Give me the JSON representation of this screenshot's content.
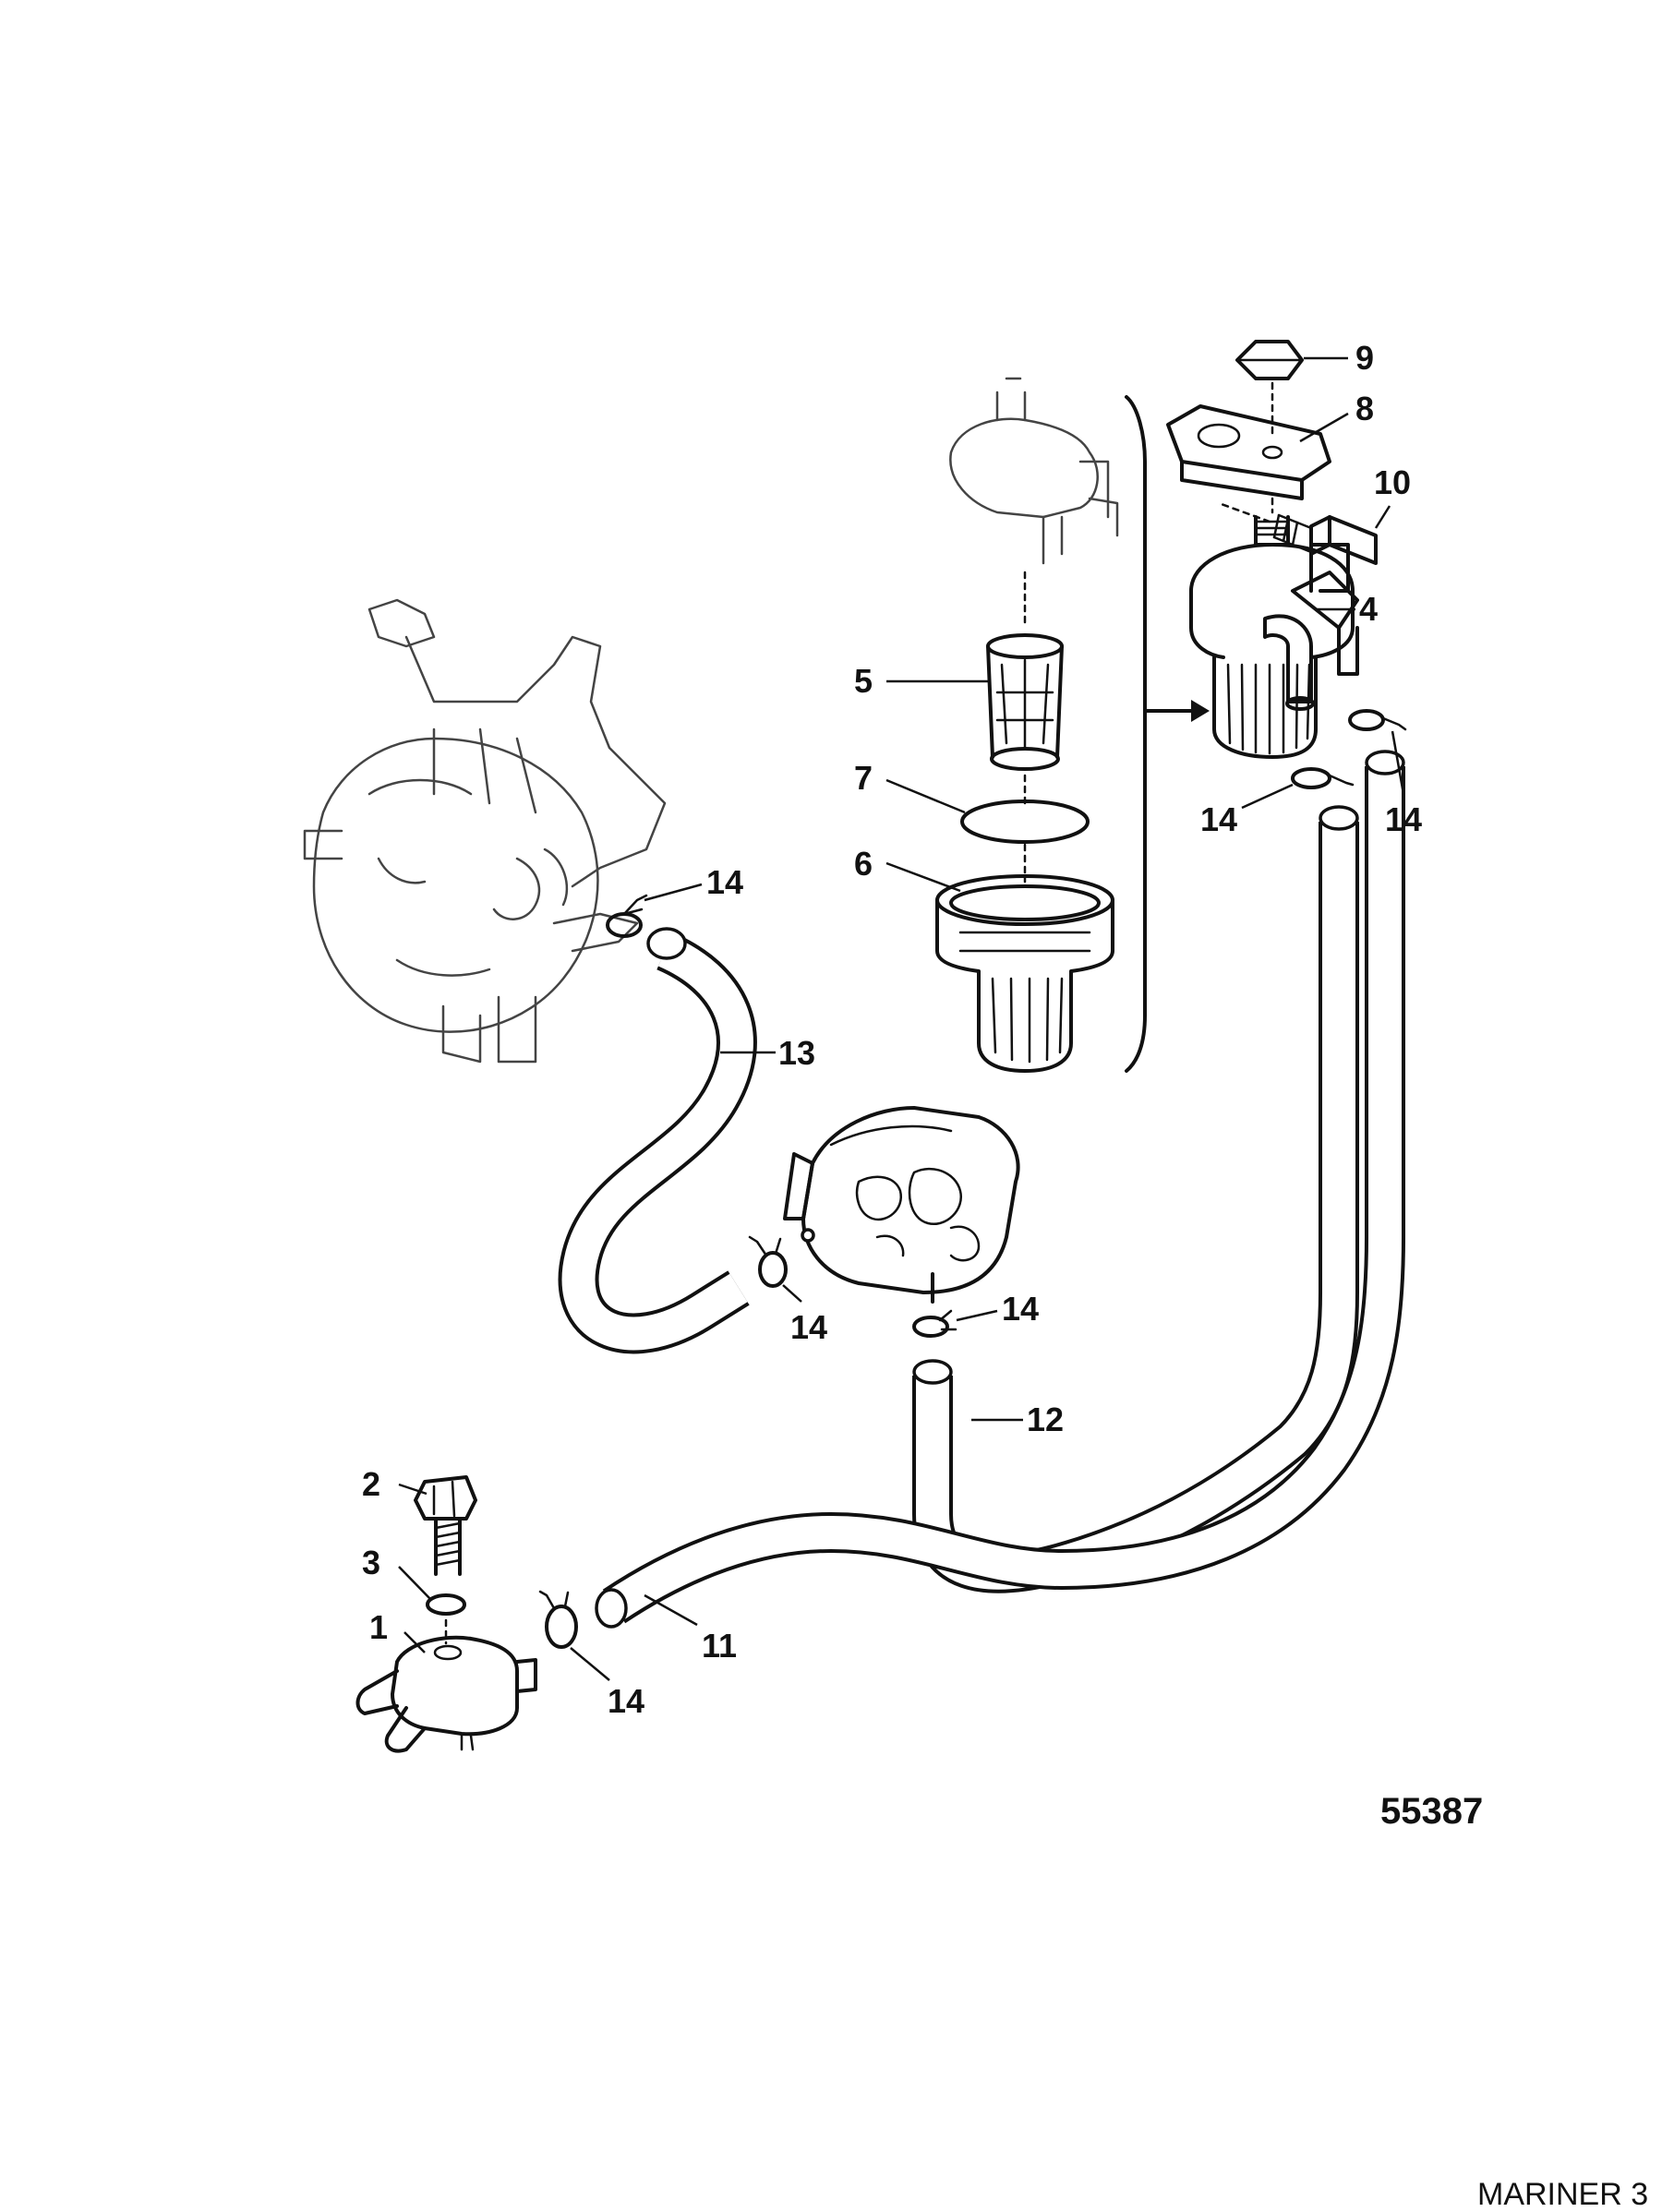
{
  "figure": {
    "number": "55387",
    "footer": "MARINER 3"
  },
  "callouts": [
    {
      "id": "c1",
      "label": "1"
    },
    {
      "id": "c2",
      "label": "2"
    },
    {
      "id": "c3",
      "label": "3"
    },
    {
      "id": "c4",
      "label": "4"
    },
    {
      "id": "c5",
      "label": "5"
    },
    {
      "id": "c6",
      "label": "6"
    },
    {
      "id": "c7",
      "label": "7"
    },
    {
      "id": "c8",
      "label": "8"
    },
    {
      "id": "c9",
      "label": "9"
    },
    {
      "id": "c10",
      "label": "10"
    },
    {
      "id": "c11",
      "label": "11"
    },
    {
      "id": "c12",
      "label": "12"
    },
    {
      "id": "c13",
      "label": "13"
    },
    {
      "id": "c14a",
      "label": "14"
    },
    {
      "id": "c14b",
      "label": "14"
    },
    {
      "id": "c14c",
      "label": "14"
    },
    {
      "id": "c14d",
      "label": "14"
    },
    {
      "id": "c14e",
      "label": "14"
    },
    {
      "id": "c14f",
      "label": "14"
    }
  ]
}
